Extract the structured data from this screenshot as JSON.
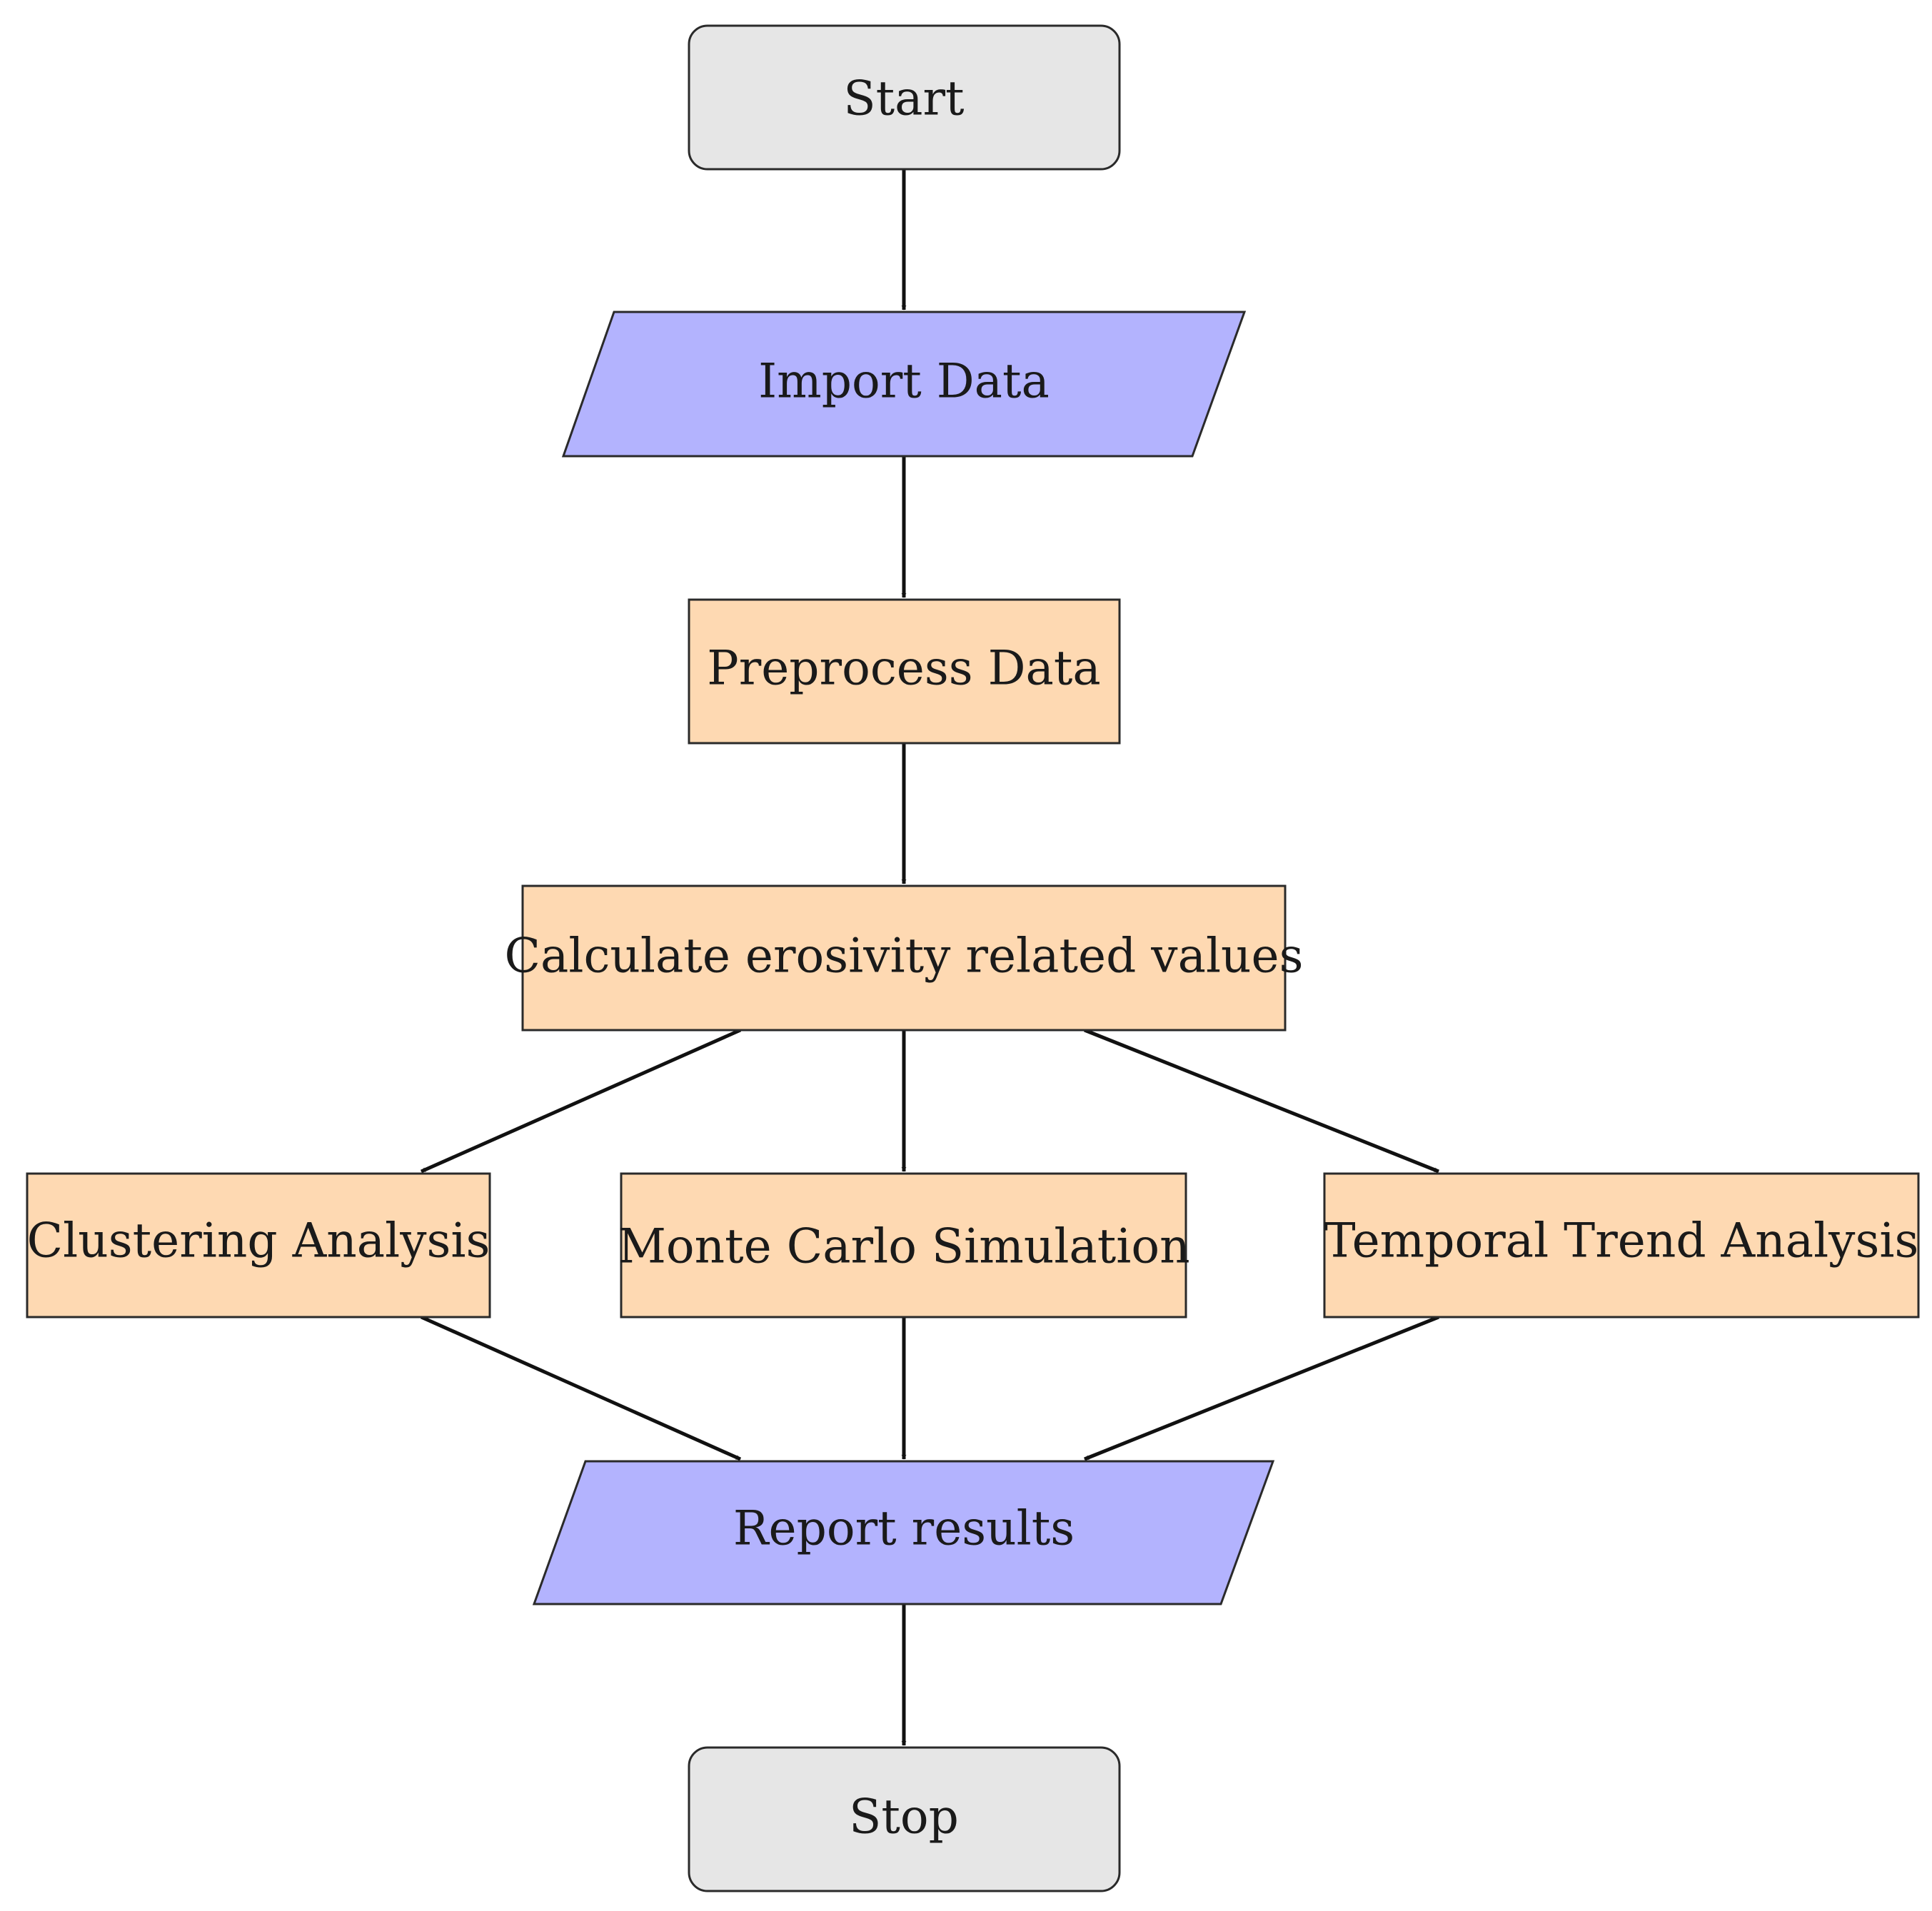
{
  "diagram": {
    "colors": {
      "terminal": "#e6e6e6",
      "io": "#b3b3fe",
      "process": "#fed9b2",
      "stroke": "#2a2a2a",
      "edge": "#111111"
    },
    "nodes": {
      "start": {
        "label": "Start",
        "shape": "rounded-rectangle"
      },
      "import_data": {
        "label": "Import Data",
        "shape": "parallelogram"
      },
      "preprocess_data": {
        "label": "Preprocess Data",
        "shape": "rectangle"
      },
      "calculate_values": {
        "label": "Calculate erosivity related values",
        "shape": "rectangle"
      },
      "clustering_analysis": {
        "label": "Clustering Analysis",
        "shape": "rectangle"
      },
      "monte_carlo": {
        "label": "Monte Carlo Simulation",
        "shape": "rectangle"
      },
      "temporal_trend": {
        "label": "Temporal Trend Analysis",
        "shape": "rectangle"
      },
      "report_results": {
        "label": "Report results",
        "shape": "parallelogram"
      },
      "stop": {
        "label": "Stop",
        "shape": "rounded-rectangle"
      }
    },
    "edges": [
      {
        "from": "start",
        "to": "import_data"
      },
      {
        "from": "import_data",
        "to": "preprocess_data"
      },
      {
        "from": "preprocess_data",
        "to": "calculate_values"
      },
      {
        "from": "calculate_values",
        "to": "clustering_analysis"
      },
      {
        "from": "calculate_values",
        "to": "monte_carlo"
      },
      {
        "from": "calculate_values",
        "to": "temporal_trend"
      },
      {
        "from": "clustering_analysis",
        "to": "report_results"
      },
      {
        "from": "monte_carlo",
        "to": "report_results"
      },
      {
        "from": "temporal_trend",
        "to": "report_results"
      },
      {
        "from": "report_results",
        "to": "stop"
      }
    ]
  }
}
